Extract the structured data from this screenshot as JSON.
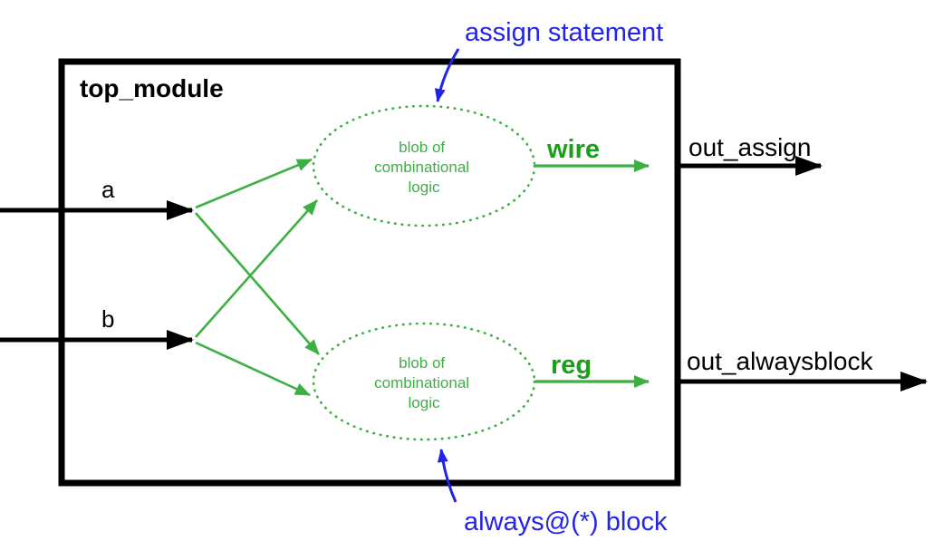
{
  "diagram": {
    "title": "top_module",
    "inputs": {
      "a": "a",
      "b": "b"
    },
    "blob_top": {
      "lines": [
        "blob of",
        "combinational",
        "logic"
      ]
    },
    "blob_bottom": {
      "lines": [
        "blob of",
        "combinational",
        "logic"
      ]
    },
    "nets": {
      "wire": "wire",
      "reg": "reg"
    },
    "outputs": {
      "assign": "out_assign",
      "alwaysblock": "out_alwaysblock"
    },
    "annotations": {
      "assign": "assign statement",
      "always": "always@(*) block"
    },
    "colors": {
      "green": "#3cb043",
      "green_dark": "#18a018",
      "blue": "#2323e8",
      "black": "#000000"
    }
  }
}
